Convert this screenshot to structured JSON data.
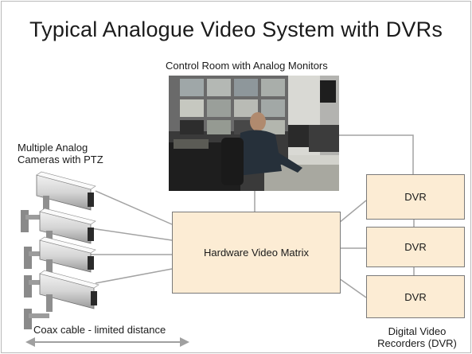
{
  "title": "Typical Analogue Video System with DVRs",
  "control_room": {
    "label": "Control Room with Analog Monitors"
  },
  "cameras": {
    "label_line1": "Multiple Analog",
    "label_line2": "Cameras with PTZ"
  },
  "matrix": {
    "label": "Hardware Video Matrix"
  },
  "dvrs": [
    {
      "label": "DVR"
    },
    {
      "label": "DVR"
    },
    {
      "label": "DVR"
    }
  ],
  "dvr_caption": {
    "line1": "Digital Video",
    "line2": "Recorders (DVR)"
  },
  "coax": {
    "label": "Coax cable - limited distance"
  },
  "colors": {
    "box_fill": "#fcecd4",
    "connector": "#9a9a9a"
  }
}
